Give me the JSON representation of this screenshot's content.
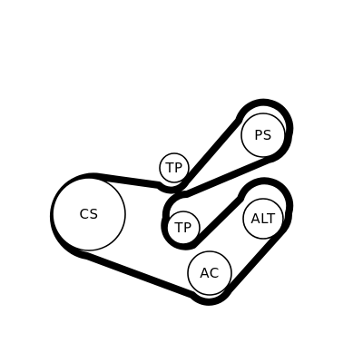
{
  "diagram": {
    "belt_color": "#000000",
    "pulleys": {
      "crankshaft": "CS",
      "tensioner_upper": "TP",
      "power_steering": "PS",
      "tensioner_lower": "TP",
      "alternator": "ALT",
      "air_conditioning": "AC"
    }
  }
}
